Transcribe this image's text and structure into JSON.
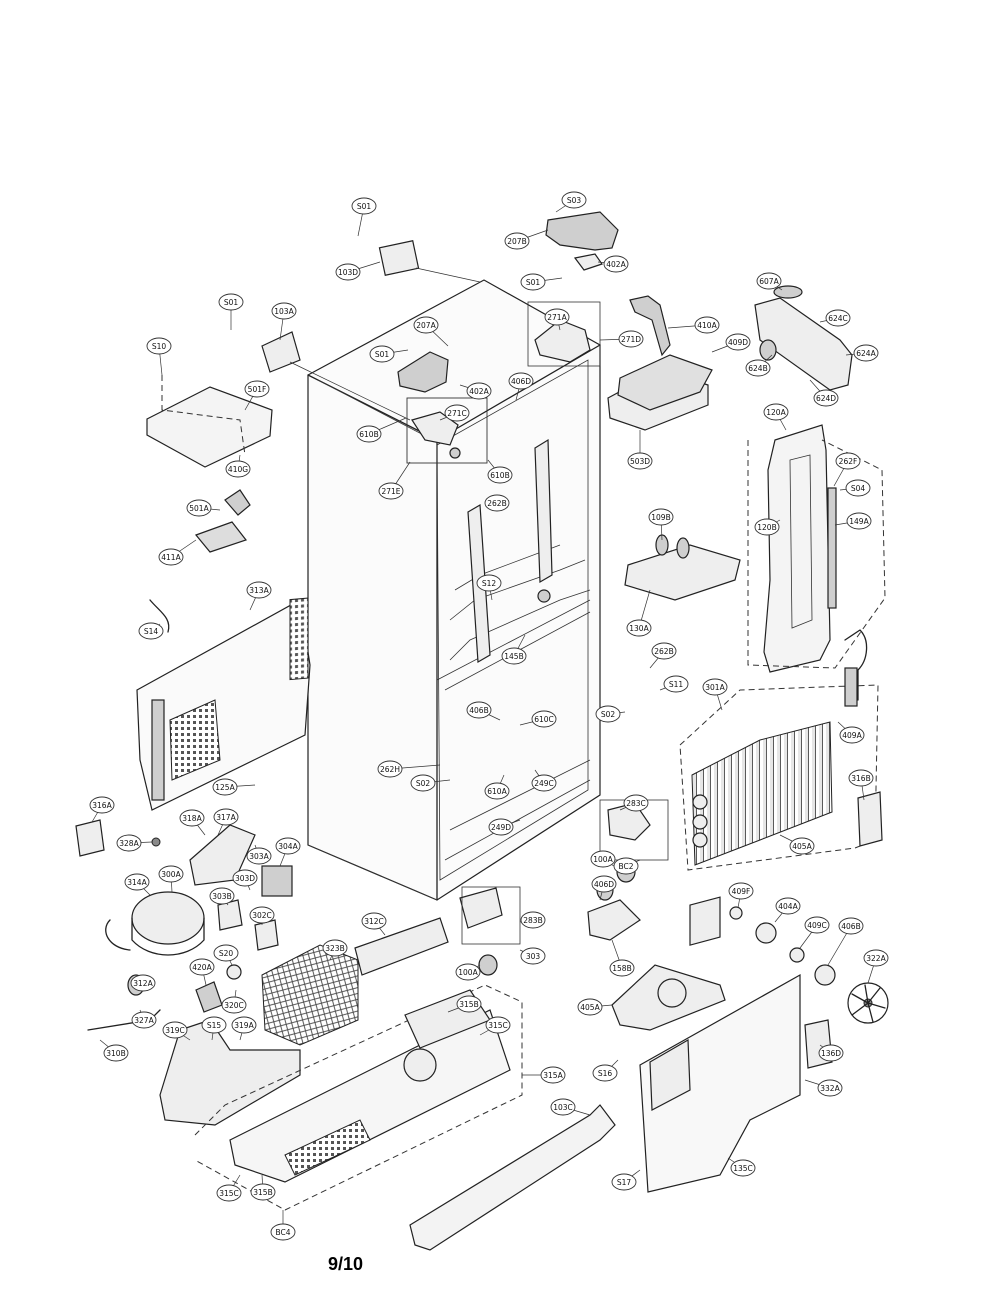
{
  "page_number": "9/10",
  "callouts": [
    {
      "id": "c1",
      "label": "S01"
    },
    {
      "id": "c2",
      "label": "103D"
    },
    {
      "id": "c3",
      "label": "S03"
    },
    {
      "id": "c4",
      "label": "207B"
    },
    {
      "id": "c5",
      "label": "402A"
    },
    {
      "id": "c6",
      "label": "S01"
    },
    {
      "id": "c7",
      "label": "607A"
    },
    {
      "id": "c8",
      "label": "S01"
    },
    {
      "id": "c9",
      "label": "103A"
    },
    {
      "id": "c10",
      "label": "207A"
    },
    {
      "id": "c11",
      "label": "S01"
    },
    {
      "id": "c12",
      "label": "271A"
    },
    {
      "id": "c13",
      "label": "271D"
    },
    {
      "id": "c14",
      "label": "410A"
    },
    {
      "id": "c15",
      "label": "409D"
    },
    {
      "id": "c16",
      "label": "624C"
    },
    {
      "id": "c17",
      "label": "624A"
    },
    {
      "id": "c18",
      "label": "624B"
    },
    {
      "id": "c19",
      "label": "624D"
    },
    {
      "id": "c20",
      "label": "S10"
    },
    {
      "id": "c21",
      "label": "501F"
    },
    {
      "id": "c22",
      "label": "402A"
    },
    {
      "id": "c23",
      "label": "406D"
    },
    {
      "id": "c24",
      "label": "271C"
    },
    {
      "id": "c25",
      "label": "610B"
    },
    {
      "id": "c26",
      "label": "410G"
    },
    {
      "id": "c27",
      "label": "503D"
    },
    {
      "id": "c28",
      "label": "120A"
    },
    {
      "id": "c29",
      "label": "610B"
    },
    {
      "id": "c30",
      "label": "262B"
    },
    {
      "id": "c31",
      "label": "271E"
    },
    {
      "id": "c32",
      "label": "262F"
    },
    {
      "id": "c33",
      "label": "S04"
    },
    {
      "id": "c34",
      "label": "501A"
    },
    {
      "id": "c35",
      "label": "109B"
    },
    {
      "id": "c36",
      "label": "120B"
    },
    {
      "id": "c37",
      "label": "149A"
    },
    {
      "id": "c38",
      "label": "411A"
    },
    {
      "id": "c39",
      "label": "S12"
    },
    {
      "id": "c40",
      "label": "313A"
    },
    {
      "id": "c41",
      "label": "130A"
    },
    {
      "id": "c42",
      "label": "S14"
    },
    {
      "id": "c43",
      "label": "145B"
    },
    {
      "id": "c44",
      "label": "262B"
    },
    {
      "id": "c45",
      "label": "S11"
    },
    {
      "id": "c46",
      "label": "S02"
    },
    {
      "id": "c47",
      "label": "301A"
    },
    {
      "id": "c48",
      "label": "406B"
    },
    {
      "id": "c49",
      "label": "610C"
    },
    {
      "id": "c50",
      "label": "409A"
    },
    {
      "id": "c51",
      "label": "262H"
    },
    {
      "id": "c52",
      "label": "S02"
    },
    {
      "id": "c53",
      "label": "610A"
    },
    {
      "id": "c54",
      "label": "249C"
    },
    {
      "id": "c55",
      "label": "125A"
    },
    {
      "id": "c56",
      "label": "316B"
    },
    {
      "id": "c57",
      "label": "316A"
    },
    {
      "id": "c58",
      "label": "318A"
    },
    {
      "id": "c59",
      "label": "317A"
    },
    {
      "id": "c60",
      "label": "328A"
    },
    {
      "id": "c61",
      "label": "249D"
    },
    {
      "id": "c62",
      "label": "283C"
    },
    {
      "id": "c63",
      "label": "303A"
    },
    {
      "id": "c64",
      "label": "304A"
    },
    {
      "id": "c65",
      "label": "405A"
    },
    {
      "id": "c66",
      "label": "100A"
    },
    {
      "id": "c67",
      "label": "BC2"
    },
    {
      "id": "c68",
      "label": "314A"
    },
    {
      "id": "c69",
      "label": "300A"
    },
    {
      "id": "c70",
      "label": "303D"
    },
    {
      "id": "c71",
      "label": "303B"
    },
    {
      "id": "c72",
      "label": "406D"
    },
    {
      "id": "c73",
      "label": "409F"
    },
    {
      "id": "c74",
      "label": "404A"
    },
    {
      "id": "c75",
      "label": "302C"
    },
    {
      "id": "c76",
      "label": "283B"
    },
    {
      "id": "c77",
      "label": "409C"
    },
    {
      "id": "c78",
      "label": "406B"
    },
    {
      "id": "c79",
      "label": "312C"
    },
    {
      "id": "c80",
      "label": "323B"
    },
    {
      "id": "c81",
      "label": "S20"
    },
    {
      "id": "c82",
      "label": "303"
    },
    {
      "id": "c83",
      "label": "158B"
    },
    {
      "id": "c84",
      "label": "322A"
    },
    {
      "id": "c85",
      "label": "312A"
    },
    {
      "id": "c86",
      "label": "420A"
    },
    {
      "id": "c87",
      "label": "100A"
    },
    {
      "id": "c88",
      "label": "320C"
    },
    {
      "id": "c89",
      "label": "405A"
    },
    {
      "id": "c90",
      "label": "327A"
    },
    {
      "id": "c91",
      "label": "319C"
    },
    {
      "id": "c92",
      "label": "S15"
    },
    {
      "id": "c93",
      "label": "319A"
    },
    {
      "id": "c94",
      "label": "315B"
    },
    {
      "id": "c95",
      "label": "315C"
    },
    {
      "id": "c96",
      "label": "136D"
    },
    {
      "id": "c97",
      "label": "310B"
    },
    {
      "id": "c98",
      "label": "S16"
    },
    {
      "id": "c99",
      "label": "332A"
    },
    {
      "id": "c100",
      "label": "315A"
    },
    {
      "id": "c101",
      "label": "103C"
    },
    {
      "id": "c102",
      "label": "S17"
    },
    {
      "id": "c103",
      "label": "135C"
    },
    {
      "id": "c104",
      "label": "315C"
    },
    {
      "id": "c105",
      "label": "315B"
    },
    {
      "id": "c106",
      "label": "BC4"
    }
  ]
}
